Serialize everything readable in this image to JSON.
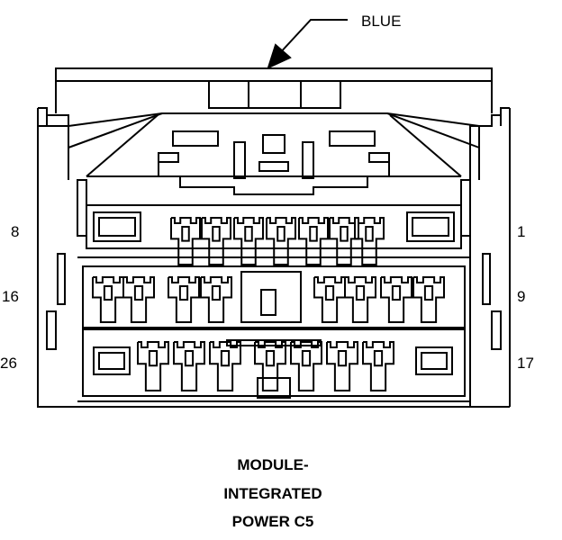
{
  "wire_color_label": "BLUE",
  "pin_labels": {
    "row1_left": "8",
    "row1_right": "1",
    "row2_left": "16",
    "row2_right": "9",
    "row3_left": "26",
    "row3_right": "17"
  },
  "caption": {
    "line1": "MODULE-",
    "line2": "INTEGRATED",
    "line3": "POWER C5"
  },
  "colors": {
    "line": "#000000",
    "background": "#ffffff"
  }
}
